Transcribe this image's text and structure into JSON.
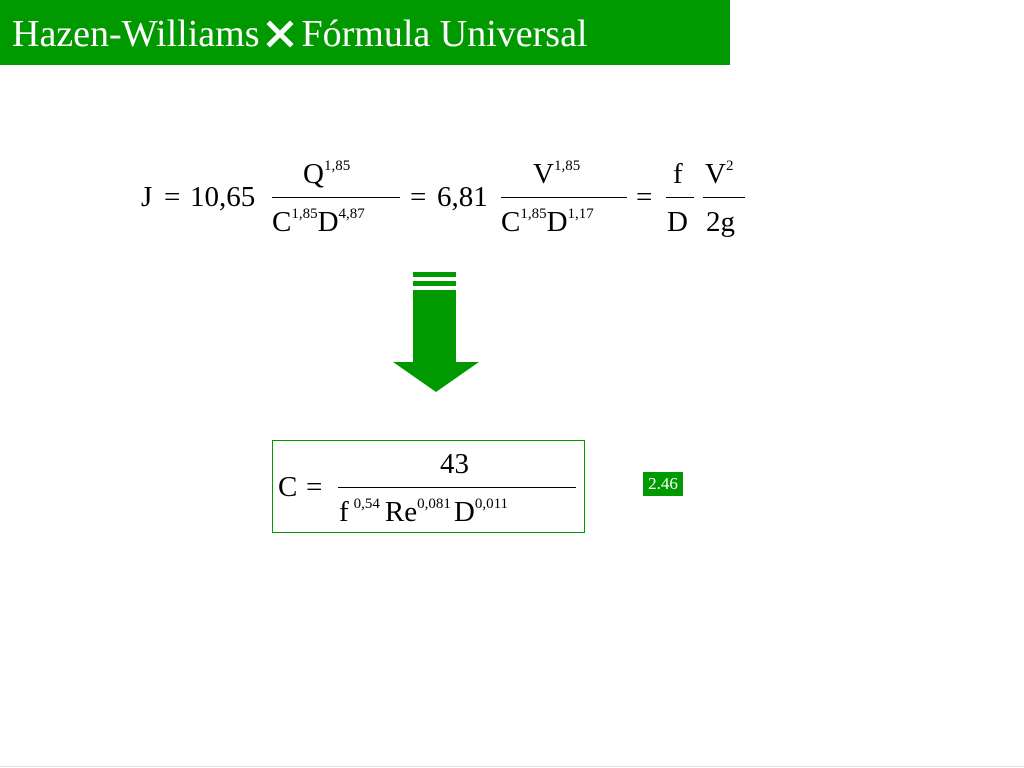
{
  "header": {
    "title_left": "Hazen-Williams",
    "title_right": "Fórmula Universal",
    "separator_icon": "close-x-icon",
    "background": "#009900"
  },
  "equation1": {
    "lhs": "J",
    "eq1": "=",
    "coef1": "10,65",
    "num1_base": "Q",
    "num1_exp": "1,85",
    "den1_c": "C",
    "den1_c_exp": "1,85",
    "den1_d": "D",
    "den1_d_exp": "4,87",
    "eq2": "=",
    "coef2": "6,81",
    "num2_base": "V",
    "num2_exp": "1,85",
    "den2_c": "C",
    "den2_c_exp": "1,85",
    "den2_d": "D",
    "den2_d_exp": "1,17",
    "eq3": "=",
    "num3": "f",
    "den3": "D",
    "num4_base": "V",
    "num4_exp": "2",
    "den4": "2g"
  },
  "arrow": {
    "icon": "down-arrow-icon",
    "color": "#009900"
  },
  "equation2": {
    "lhs": "C",
    "eq": "=",
    "numerator": "43",
    "f": "f",
    "f_exp": "0,54",
    "re": "Re",
    "re_exp": "0,081",
    "d": "D",
    "d_exp": "0,011"
  },
  "badge": {
    "label": "2.46"
  }
}
